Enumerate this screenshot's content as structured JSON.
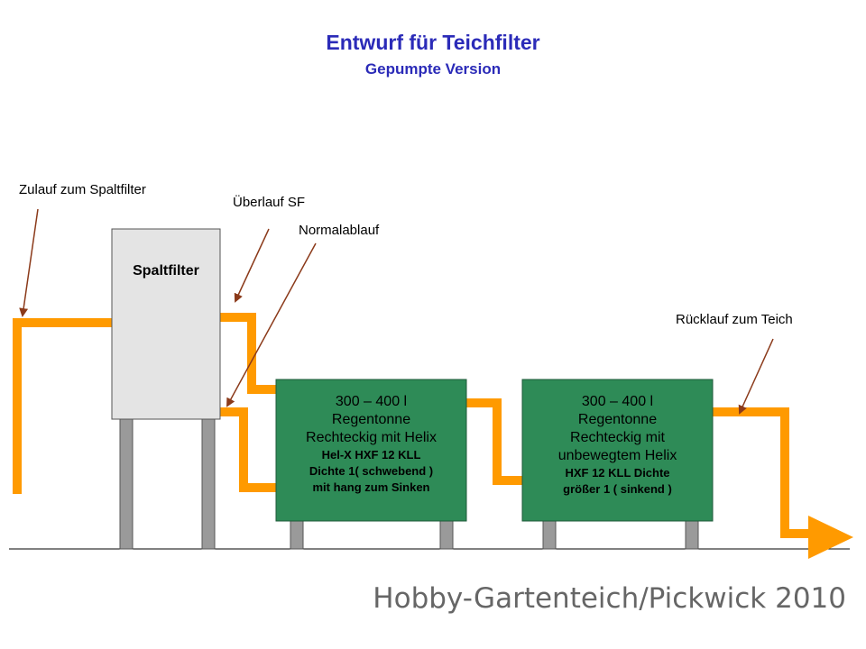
{
  "title": "Entwurf für Teichfilter",
  "subtitle": "Gepumpte Version",
  "labels": {
    "inlet": "Zulauf zum Spaltfilter",
    "overflow": "Überlauf SF",
    "normal": "Normalablauf",
    "return": "Rücklauf zum Teich"
  },
  "spaltfilter": {
    "label": "Spaltfilter"
  },
  "tank1": {
    "line1": "300 – 400 l",
    "line2": "Regentonne",
    "line3": "Rechteckig mit Helix",
    "line4": "Hel-X HXF 12 KLL",
    "line5": "Dichte 1( schwebend )",
    "line6": "mit hang zum Sinken"
  },
  "tank2": {
    "line1": "300 – 400 l",
    "line2": "Regentonne",
    "line3": "Rechteckig mit",
    "line4": "unbewegtem Helix",
    "line5": "HXF 12 KLL Dichte",
    "line6": "größer 1 ( sinkend )"
  },
  "watermark": "Hobby-Gartenteich/Pickwick 2010",
  "colors": {
    "pipe": "#ff9a00",
    "tank": "#2e8b57",
    "filter": "#e4e4e4",
    "leg": "#9a9a9a",
    "arrow": "#8b3a1a",
    "title": "#2b2bb8"
  }
}
